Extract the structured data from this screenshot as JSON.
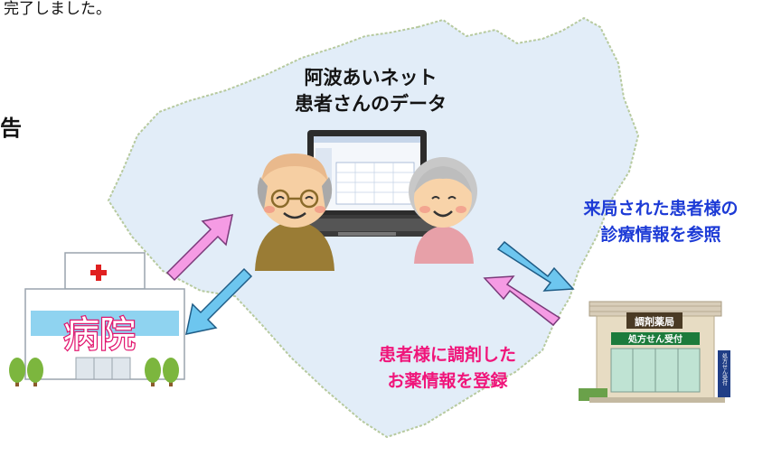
{
  "header": {
    "top_text": "完了しました。",
    "side_char": "告"
  },
  "center_label": {
    "line1": "阿波あいネット",
    "line2": "患者さんのデータ"
  },
  "blue_label": {
    "line1": "来局された患者様の",
    "line2": "診療情報を参照"
  },
  "pink_label": {
    "line1": "患者様に調剤した",
    "line2": "お薬情報を登録"
  },
  "hospital": {
    "text": "病院"
  },
  "pharmacy": {
    "sign": "調剤薬局",
    "banner": "処方せん受付",
    "board": "処方せん受付"
  },
  "colors": {
    "map": "#e2edf8",
    "map_edge": "#b7ca9f",
    "arrow_pink": "#f59be4",
    "arrow_blue": "#6dc6ef",
    "blue_text": "#1d3bd6",
    "pink_text": "#f0157a"
  }
}
